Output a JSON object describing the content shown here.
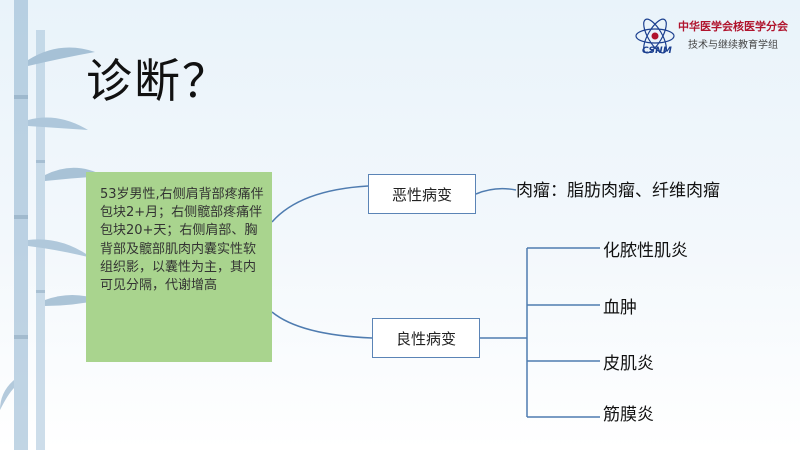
{
  "logo": {
    "line1": "中华医学会核医学分会",
    "line2": "技术与继续教育学组",
    "abbr": "CSNM"
  },
  "title": "诊断？",
  "case_text": "53岁男性,右侧肩背部疼痛伴包块2+月；右侧髋部疼痛伴包块20+天；右侧肩部、胸背部及髋部肌肉内囊实性软组织影，以囊性为主，其内可见分隔，代谢增高",
  "malignant": {
    "label": "恶性病变",
    "detail": "肉瘤：脂肪肉瘤、纤维肉瘤"
  },
  "benign": {
    "label": "良性病变",
    "items": [
      "化脓性肌炎",
      "血肿",
      "皮肌炎",
      "筋膜炎"
    ]
  },
  "colors": {
    "case_box": "#a9d48e",
    "node_border": "#5b84b6",
    "connector": "#4f7cb0",
    "logo_red": "#b0142d",
    "logo_blue": "#1b3f8f"
  }
}
